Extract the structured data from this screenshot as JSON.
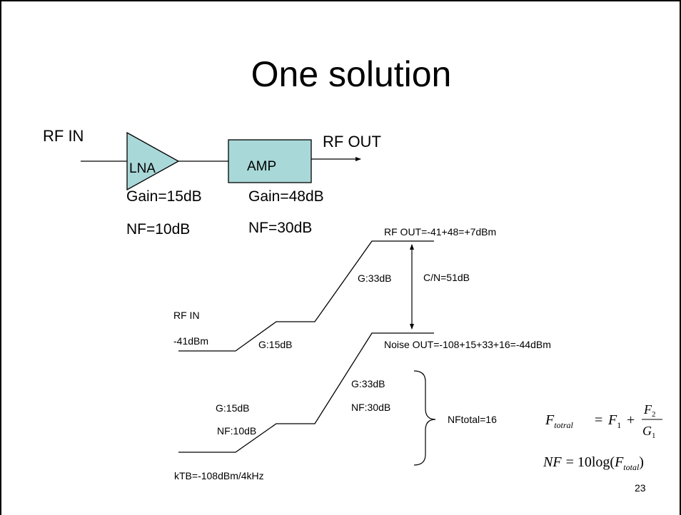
{
  "slide": {
    "title": "One solution",
    "page_number": "23"
  },
  "block_diagram": {
    "rf_in": "RF IN",
    "rf_out": "RF OUT",
    "lna": {
      "label": "LNA",
      "gain": "Gain=15dB",
      "nf": "NF=10dB",
      "fill": "#a9d8d8"
    },
    "amp": {
      "label": "AMP",
      "gain": "Gain=48dB",
      "nf": "NF=30dB",
      "fill": "#a9d8d8"
    }
  },
  "signal_path": {
    "rf_in": "RF IN",
    "input_level": "-41dBm",
    "g1": "G:15dB",
    "g2": "G:33dB",
    "rf_out_level": "RF OUT=-41+48=+7dBm",
    "cn": "C/N=51dB"
  },
  "noise_path": {
    "noise_out": "Noise OUT=-108+15+33+16=-44dBm",
    "g1": "G:15dB",
    "nf1": "NF:10dB",
    "g2": "G:33dB",
    "nf2": "NF:30dB",
    "ktb": "kTB=-108dBm/4kHz",
    "nf_total": "NFtotal=16"
  },
  "formula": {
    "f_sym": "F",
    "f_sub": "totral",
    "f1": "F",
    "f1_sub": "1",
    "f2": "F",
    "f2_sub": "2",
    "g1": "G",
    "g1_sub": "1",
    "nf_lhs": "NF",
    "nf_rhs_pre": "= 10log(",
    "nf_rhs_f": "F",
    "nf_rhs_sub": "total",
    "nf_rhs_post": ")",
    "eq": "=",
    "plus": "+"
  }
}
